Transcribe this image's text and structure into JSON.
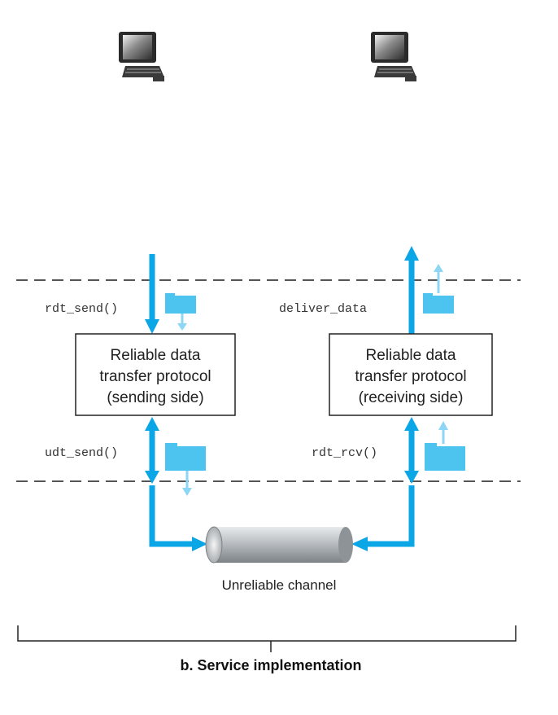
{
  "labels": {
    "rdt_send": "rdt_send()",
    "udt_send": "udt_send()",
    "deliver_data": "deliver_data",
    "rdt_rcv": "rdt_rcv()"
  },
  "sender_box": {
    "line1": "Reliable data",
    "line2": "transfer protocol",
    "line3": "(sending side)"
  },
  "receiver_box": {
    "line1": "Reliable data",
    "line2": "transfer protocol",
    "line3": "(receiving side)"
  },
  "channel": {
    "label": "Unreliable channel"
  },
  "footer": {
    "title": "b. Service implementation"
  },
  "icons": {
    "sender": "computer-monitor-icon",
    "receiver": "computer-monitor-icon",
    "packet": "packet-folder-icon"
  },
  "colors": {
    "arrow": "#0aa6e6",
    "arrow_light": "#8dd6f5",
    "packet": "#4cc4ef",
    "dash": "#555555"
  }
}
